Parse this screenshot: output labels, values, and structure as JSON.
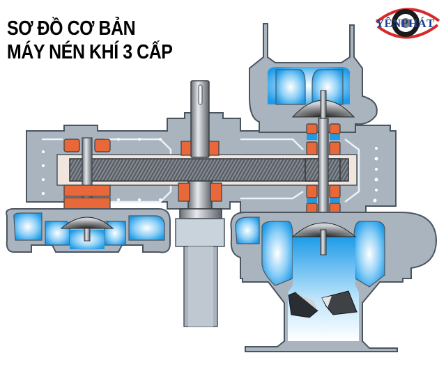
{
  "title": {
    "line1": "SƠ ĐỒ CƠ BẢN",
    "line2": "MÁY NÉN KHÍ 3 CẤP"
  },
  "logo": {
    "text": "YÊNPHÁT",
    "colors": {
      "ring": "#d42a2a",
      "eye": "#1a1a1a",
      "pupil": "#7a7f88",
      "text": "#1b3f8f"
    }
  },
  "diagram": {
    "subject": "3-stage centrifugal air compressor cross-section",
    "components": [
      "gearbox-housing",
      "bull-gear",
      "input-drive-shaft",
      "stage-1-impeller",
      "stage-2-impeller",
      "stage-3-impeller",
      "pinion-shafts",
      "bearings",
      "volute-casings",
      "inlet-guide-vanes"
    ],
    "colors": {
      "housing": "#a9b4bf",
      "housing_outline": "#4a5560",
      "air_flow": "#1e9be8",
      "bearing": "#e8683a",
      "gear": "#555a60",
      "oil_gallery": "#f0e6de"
    }
  }
}
